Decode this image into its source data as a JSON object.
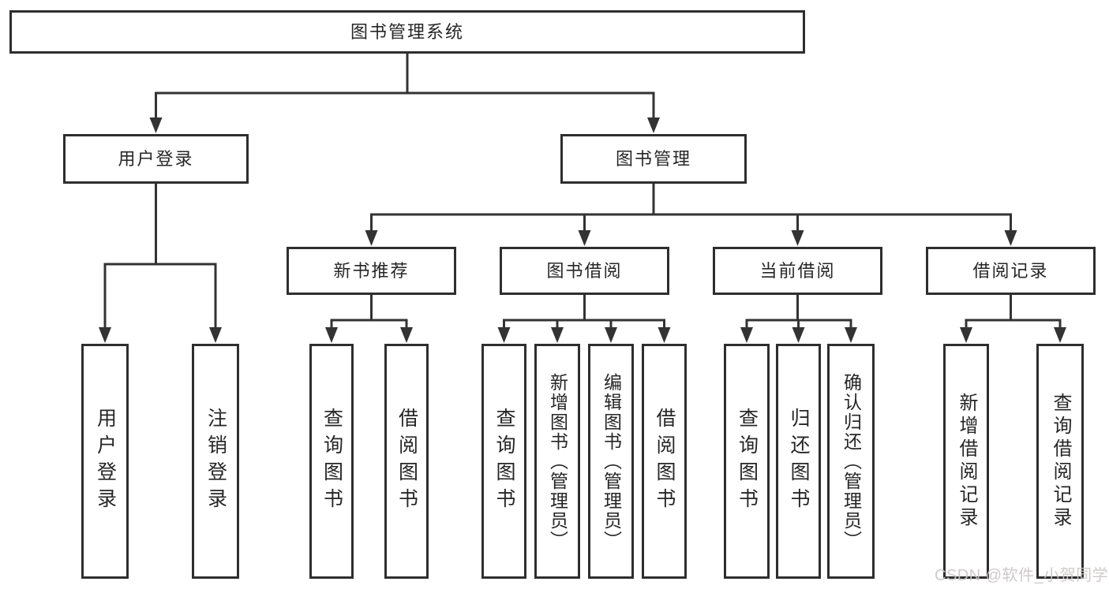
{
  "diagram": {
    "title": "图书管理系统",
    "watermark": "CSDN @软件_小贺同学",
    "colors": {
      "background": "#ffffff",
      "box_border": "#2e2e2e",
      "connector_line": "#333333",
      "text": "#262626",
      "watermark_text": "#cbc6c6"
    }
  },
  "nodes": [
    {
      "id": "root",
      "label": "图书管理系统",
      "parent": null
    },
    {
      "id": "user-login",
      "label": "用户登录",
      "parent": "root"
    },
    {
      "id": "book-mgmt",
      "label": "图书管理",
      "parent": "root"
    },
    {
      "id": "new-book-rec",
      "label": "新书推荐",
      "parent": "book-mgmt"
    },
    {
      "id": "book-borrow",
      "label": "图书借阅",
      "parent": "book-mgmt"
    },
    {
      "id": "current-borrow",
      "label": "当前借阅",
      "parent": "book-mgmt"
    },
    {
      "id": "borrow-records",
      "label": "借阅记录",
      "parent": "book-mgmt"
    },
    {
      "id": "login-action",
      "label": "用户登录",
      "parent": "user-login"
    },
    {
      "id": "logout-action",
      "label": "注销登录",
      "parent": "user-login"
    },
    {
      "id": "rec-query-books",
      "label": "查询图书",
      "parent": "new-book-rec"
    },
    {
      "id": "rec-borrow-books",
      "label": "借阅图书",
      "parent": "new-book-rec"
    },
    {
      "id": "bb-query-books",
      "label": "查询图书",
      "parent": "book-borrow"
    },
    {
      "id": "bb-add-books",
      "label": "新增图书（管理员）",
      "parent": "book-borrow"
    },
    {
      "id": "bb-edit-books",
      "label": "编辑图书（管理员）",
      "parent": "book-borrow"
    },
    {
      "id": "bb-borrow-books",
      "label": "借阅图书",
      "parent": "book-borrow"
    },
    {
      "id": "cb-query-books",
      "label": "查询图书",
      "parent": "current-borrow"
    },
    {
      "id": "cb-return-books",
      "label": "归还图书",
      "parent": "current-borrow"
    },
    {
      "id": "cb-confirm-return",
      "label": "确认归还（管理员）",
      "parent": "current-borrow"
    },
    {
      "id": "br-add-record",
      "label": "新增借阅记录",
      "parent": "borrow-records"
    },
    {
      "id": "br-query-record",
      "label": "查询借阅记录",
      "parent": "borrow-records"
    }
  ]
}
